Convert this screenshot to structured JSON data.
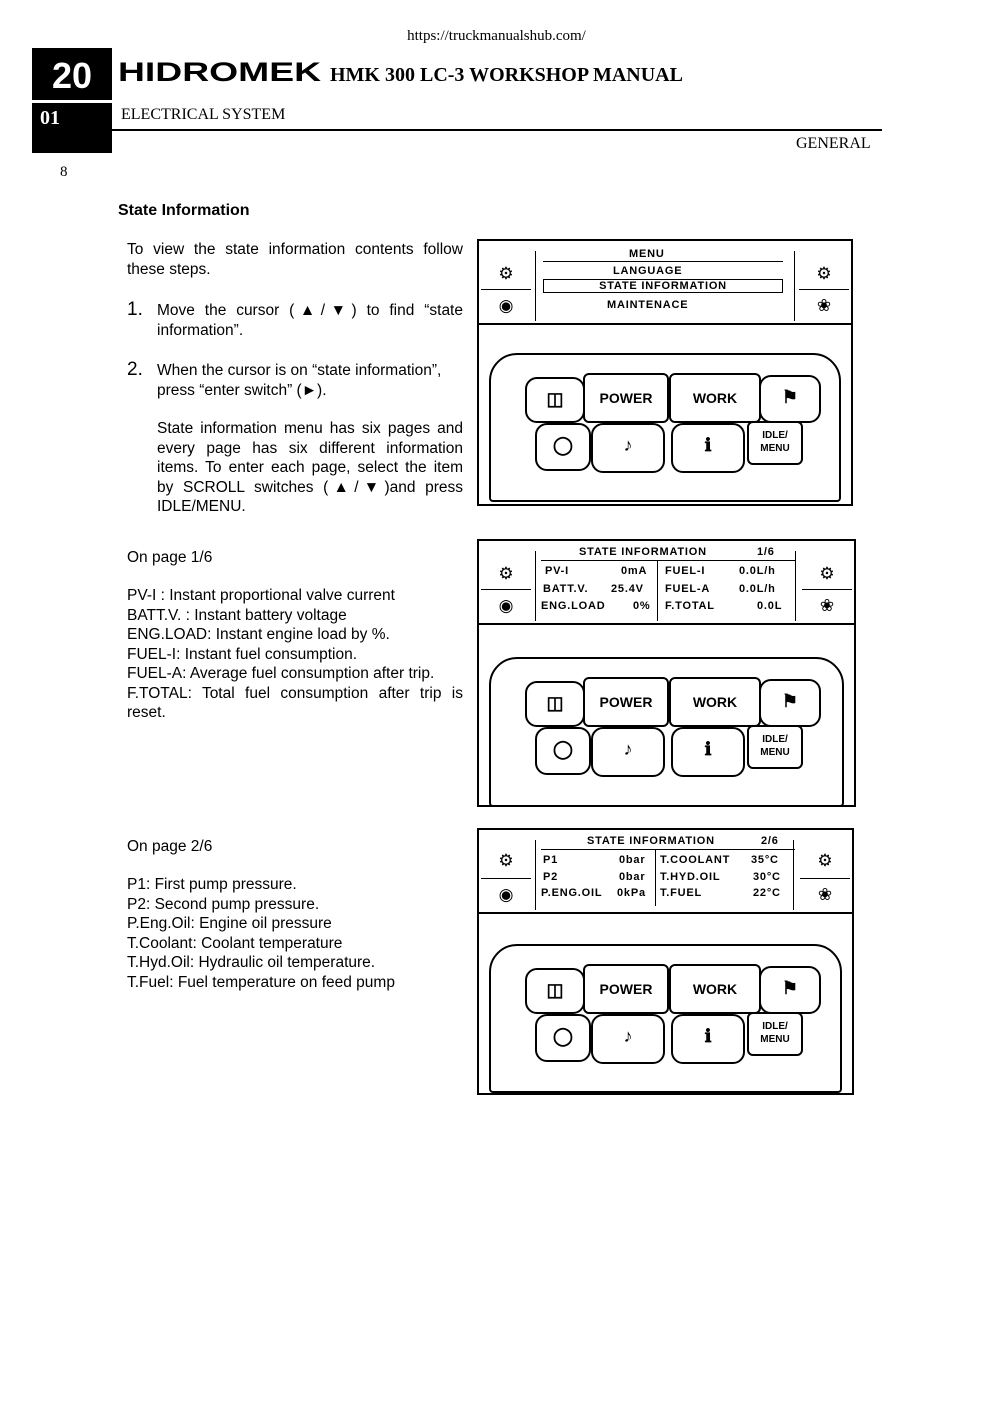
{
  "header": {
    "url": "https://truckmanualshub.com/",
    "chapter": "20",
    "subchapter": "01",
    "page_number": "8",
    "brand": "HIDROMEK",
    "manual_title": "HMK 300 LC-3 WORKSHOP MANUAL",
    "section": "ELECTRICAL SYSTEM",
    "subsection": "GENERAL"
  },
  "body": {
    "heading": "State Information",
    "intro": "To view the state information contents follow these steps.",
    "step1_num": "1.",
    "step1": "Move the cursor (▲/▼) to find “state information”.",
    "step2_num": "2.",
    "step2": "When the cursor is on “state information”, press “enter switch” (►).",
    "step2_note": "State information menu has six pages and every page has six different information items. To enter each page, select the item by SCROLL switches (▲/▼)and press IDLE/MENU.",
    "page1_title": "On page 1/6",
    "page1_items": [
      "PV-I : Instant proportional valve current",
      "BATT.V. : Instant battery voltage",
      "ENG.LOAD: Instant engine load by %.",
      "FUEL-I: Instant fuel consumption.",
      "FUEL-A: Average fuel consumption after trip.",
      "F.TOTAL: Total fuel consumption after trip is reset."
    ],
    "page2_title": "On page 2/6",
    "page2_items": [
      "P1: First pump pressure.",
      "P2: Second pump pressure.",
      "P.Eng.Oil: Engine oil pressure",
      "T.Coolant: Coolant temperature",
      "T.Hyd.Oil: Hydraulic oil temperature.",
      "T.Fuel: Fuel temperature on feed pump"
    ]
  },
  "panels": {
    "keys": {
      "power": "POWER",
      "work": "WORK",
      "idle": "IDLE/",
      "menu": "MENU"
    },
    "menu_screen": {
      "title": "MENU",
      "items": [
        "LANGUAGE",
        "STATE INFORMATION",
        "MAINTENACE"
      ]
    },
    "page1_screen": {
      "title": "STATE INFORMATION",
      "page": "1/6",
      "left": [
        [
          "PV-I",
          "0mA"
        ],
        [
          "BATT.V.",
          "25.4V"
        ],
        [
          "ENG.LOAD",
          "0%"
        ]
      ],
      "right": [
        [
          "FUEL-I",
          "0.0L/h"
        ],
        [
          "FUEL-A",
          "0.0L/h"
        ],
        [
          "F.TOTAL",
          "0.0L"
        ]
      ]
    },
    "page2_screen": {
      "title": "STATE INFORMATION",
      "page": "2/6",
      "left": [
        [
          "P1",
          "0bar"
        ],
        [
          "P2",
          "0bar"
        ],
        [
          "P.ENG.OIL",
          "0kPa"
        ]
      ],
      "right": [
        [
          "T.COOLANT",
          "35°C"
        ],
        [
          "T.HYD.OIL",
          "30°C"
        ],
        [
          "T.FUEL",
          "22°C"
        ]
      ]
    }
  }
}
